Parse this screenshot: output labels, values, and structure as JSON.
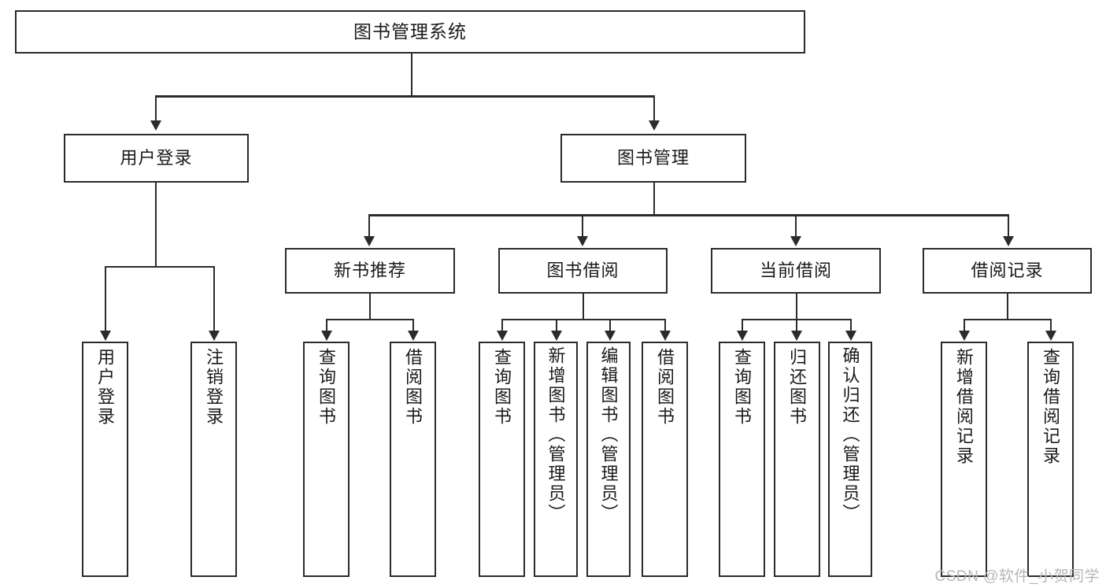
{
  "diagram": {
    "title": "图书管理系统",
    "type": "功能结构图",
    "root": {
      "label": "图书管理系统"
    },
    "level2": [
      {
        "label": "用户登录"
      },
      {
        "label": "图书管理"
      }
    ],
    "level3": [
      {
        "label": "新书推荐"
      },
      {
        "label": "图书借阅"
      },
      {
        "label": "当前借阅"
      },
      {
        "label": "借阅记录"
      }
    ],
    "leaves": {
      "user_login": [
        {
          "label": "用户登录"
        },
        {
          "label": "注销登录"
        }
      ],
      "new_book": [
        {
          "label": "查询图书"
        },
        {
          "label": "借阅图书"
        }
      ],
      "book_borrow": [
        {
          "label": "查询图书"
        },
        {
          "label": "新增图书（管理员）"
        },
        {
          "label": "编辑图书（管理员）"
        },
        {
          "label": "借阅图书"
        }
      ],
      "current_borrow": [
        {
          "label": "查询图书"
        },
        {
          "label": "归还图书"
        },
        {
          "label": "确认归还（管理员）"
        }
      ],
      "borrow_record": [
        {
          "label": "新增借阅记录"
        },
        {
          "label": "查询借阅记录"
        }
      ]
    }
  },
  "watermark": {
    "text": "CSDN @软件_小贺同学"
  },
  "colors": {
    "stroke": "#2b2b2b",
    "fill": "#ffffff",
    "text": "#1a1a1a",
    "watermark": "#b7b7b7"
  }
}
